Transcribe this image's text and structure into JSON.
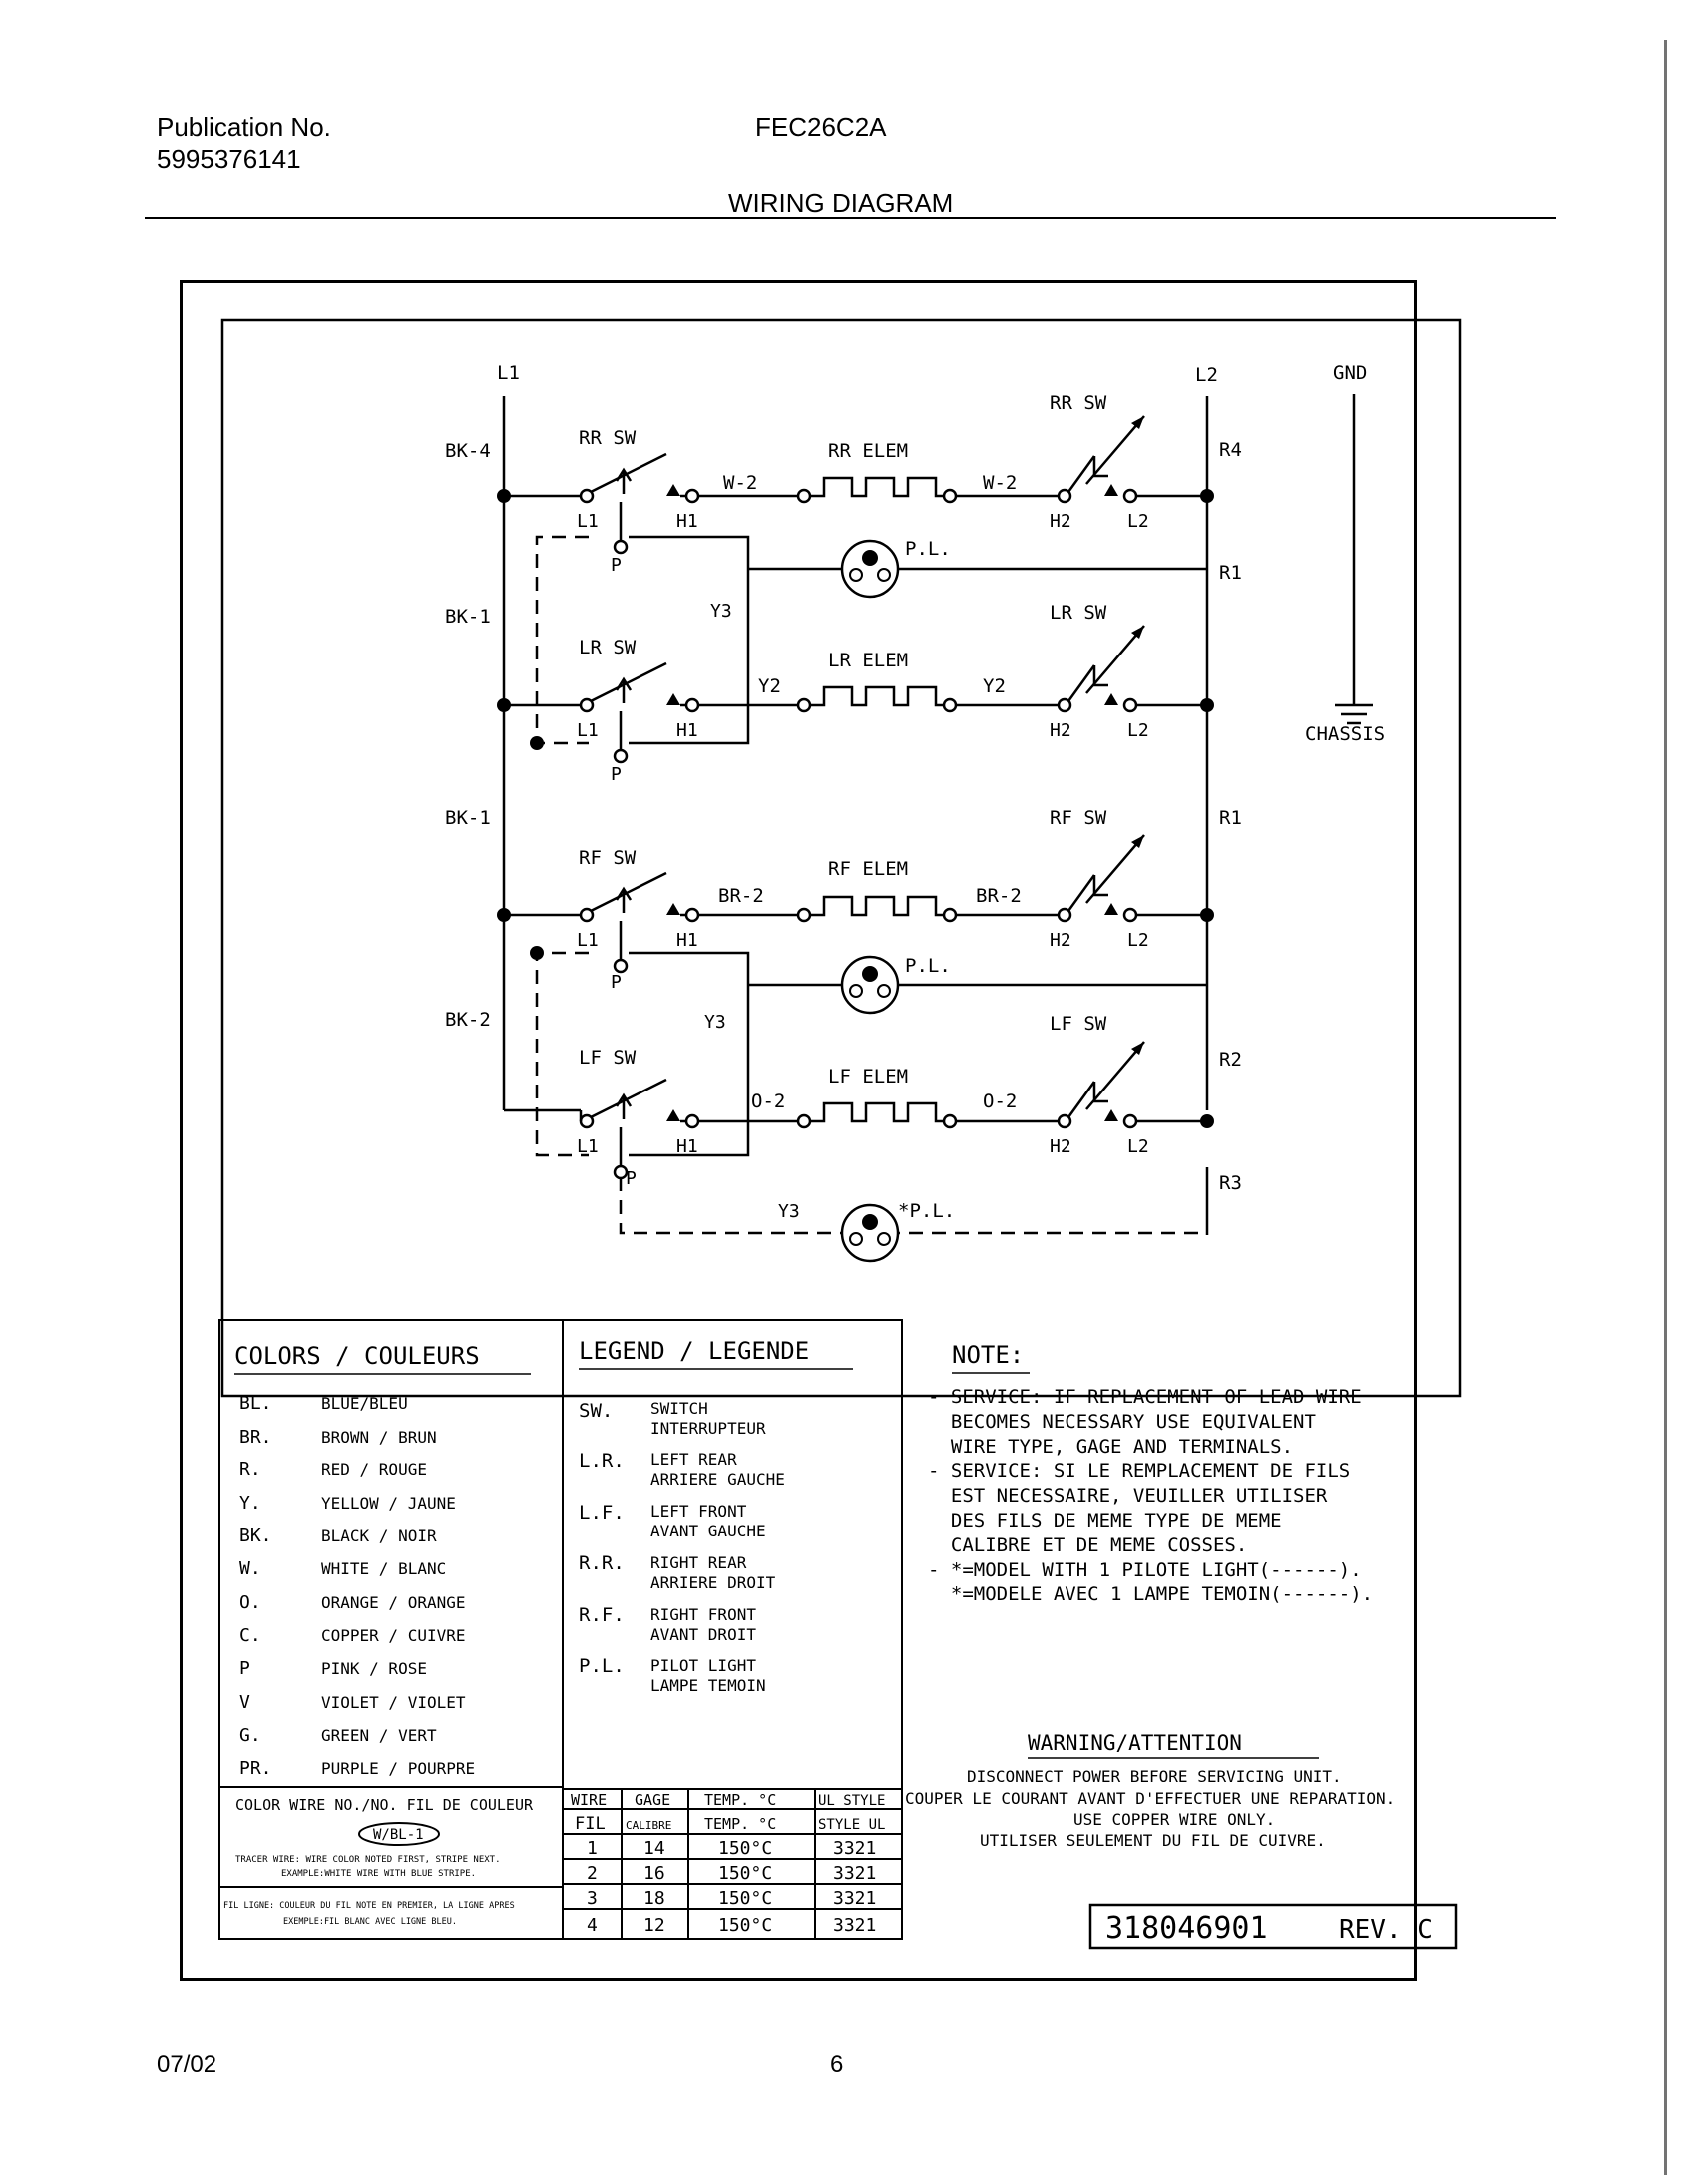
{
  "header": {
    "publication_label": "Publication No.",
    "publication_number": "5995376141",
    "model": "FEC26C2A",
    "section_title": "WIRING DIAGRAM"
  },
  "footer": {
    "date": "07/02",
    "page": "6"
  },
  "diagram": {
    "terminals": {
      "l1": "L1",
      "l2": "L2",
      "gnd": "GND",
      "chassis": "CHASSIS"
    },
    "left_wires": [
      "BK-4",
      "BK-1",
      "BK-1",
      "BK-2"
    ],
    "right_wires": [
      "R4",
      "R1",
      "R1",
      "R2",
      "R3"
    ],
    "circuits": [
      {
        "switch_left": "RR SW",
        "switch_right": "RR SW",
        "element": "RR ELEM",
        "wire_in": "W-2",
        "wire_out": "W-2"
      },
      {
        "switch_left": "LR SW",
        "switch_right": "LR SW",
        "element": "LR ELEM",
        "wire_in": "Y2",
        "wire_out": "Y2"
      },
      {
        "switch_left": "RF SW",
        "switch_right": "RF SW",
        "element": "RF ELEM",
        "wire_in": "BR-2",
        "wire_out": "BR-2"
      },
      {
        "switch_left": "LF SW",
        "switch_right": "LF SW",
        "element": "LF ELEM",
        "wire_in": "O-2",
        "wire_out": "O-2"
      }
    ],
    "contacts": {
      "l1": "L1",
      "h1": "H1",
      "p": "P",
      "h2": "H2",
      "l2": "L2"
    },
    "pilot": {
      "y3": "Y3",
      "pl": "P.L.",
      "pl_star": "*P.L."
    }
  },
  "colors_panel": {
    "title": "COLORS / COULEURS",
    "items": [
      {
        "code": "BL.",
        "name": "BLUE/BLEU"
      },
      {
        "code": "BR.",
        "name": "BROWN / BRUN"
      },
      {
        "code": "R.",
        "name": "RED / ROUGE"
      },
      {
        "code": "Y.",
        "name": "YELLOW / JAUNE"
      },
      {
        "code": "BK.",
        "name": "BLACK / NOIR"
      },
      {
        "code": "W.",
        "name": "WHITE / BLANC"
      },
      {
        "code": "O.",
        "name": "ORANGE / ORANGE"
      },
      {
        "code": "C.",
        "name": "COPPER / CUIVRE"
      },
      {
        "code": "P",
        "name": "PINK / ROSE"
      },
      {
        "code": "V",
        "name": "VIOLET / VIOLET"
      },
      {
        "code": "G.",
        "name": "GREEN / VERT"
      },
      {
        "code": "PR.",
        "name": "PURPLE / POURPRE"
      }
    ],
    "color_wire_title": "COLOR WIRE NO./NO. FIL DE COULEUR",
    "example_badge": "W/BL-1",
    "tracer_line1": "TRACER WIRE: WIRE COLOR NOTED FIRST, STRIPE NEXT.",
    "tracer_line2": "EXAMPLE:WHITE WIRE WITH BLUE STRIPE.",
    "fil_line1": "FIL LIGNE: COULEUR DU FIL NOTE EN PREMIER, LA LIGNE APRES",
    "fil_line2": "EXEMPLE:FIL BLANC AVEC LIGNE BLEU."
  },
  "legend_panel": {
    "title": "LEGEND / LEGENDE",
    "items": [
      {
        "code": "SW.",
        "en": "SWITCH",
        "fr": "INTERRUPTEUR"
      },
      {
        "code": "L.R.",
        "en": "LEFT REAR",
        "fr": "ARRIERE GAUCHE"
      },
      {
        "code": "L.F.",
        "en": "LEFT FRONT",
        "fr": "AVANT GAUCHE"
      },
      {
        "code": "R.R.",
        "en": "RIGHT REAR",
        "fr": "ARRIERE DROIT"
      },
      {
        "code": "R.F.",
        "en": "RIGHT FRONT",
        "fr": "AVANT DROIT"
      },
      {
        "code": "P.L.",
        "en": "PILOT LIGHT",
        "fr": "LAMPE TEMOIN"
      }
    ]
  },
  "wire_table": {
    "headers1": [
      "WIRE",
      "GAGE",
      "TEMP. °C",
      "UL STYLE"
    ],
    "headers2": [
      "FIL",
      "CALIBRE",
      "TEMP. °C",
      "STYLE UL"
    ],
    "rows": [
      [
        "1",
        "14",
        "150°C",
        "3321"
      ],
      [
        "2",
        "16",
        "150°C",
        "3321"
      ],
      [
        "3",
        "18",
        "150°C",
        "3321"
      ],
      [
        "4",
        "12",
        "150°C",
        "3321"
      ]
    ]
  },
  "note_panel": {
    "title": "NOTE:",
    "lines": [
      "- SERVICE: IF REPLACEMENT OF LEAD WIRE",
      "  BECOMES NECESSARY USE EQUIVALENT",
      "  WIRE TYPE, GAGE AND TERMINALS.",
      "- SERVICE: SI LE REMPLACEMENT DE FILS",
      "  EST NECESSAIRE, VEUILLER UTILISER",
      "  DES FILS DE MEME TYPE DE MEME",
      "  CALIBRE ET DE MEME COSSES.",
      "- *=MODEL WITH 1 PILOTE LIGHT(------).",
      "  *=MODELE AVEC 1 LAMPE TEMOIN(------)."
    ]
  },
  "warning_panel": {
    "title": "WARNING/ATTENTION",
    "lines": [
      "DISCONNECT POWER BEFORE SERVICING UNIT.",
      "COUPER LE COURANT AVANT D'EFFECTUER UNE REPARATION.",
      "USE COPPER WIRE ONLY.",
      "UTILISER SEULEMENT DU FIL DE CUIVRE."
    ]
  },
  "part": {
    "number": "318046901",
    "revision": "REV. C"
  }
}
